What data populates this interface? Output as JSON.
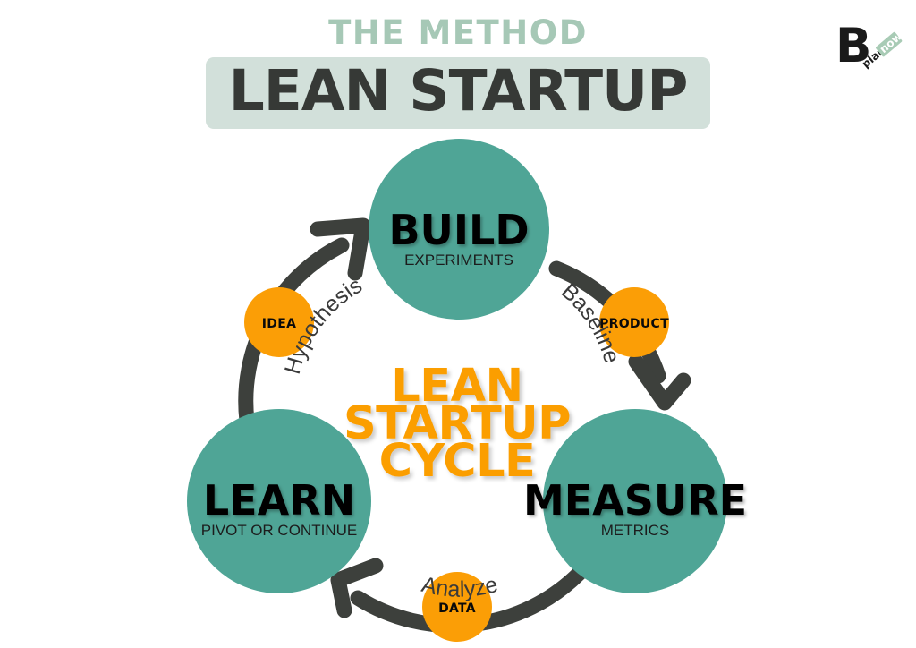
{
  "header": {
    "eyebrow": "THE METHOD",
    "title": "LEAN STARTUP"
  },
  "logo": {
    "letter": "B",
    "word_plan": "plan",
    "word_now": "now"
  },
  "center": {
    "line1": "LEAN",
    "line2": "STARTUP",
    "line3": "CYCLE"
  },
  "colors": {
    "teal": "#4FA596",
    "orange": "#FB9E06",
    "dark": "#3D403C",
    "band": "#D2E0DA",
    "eyebrow_green": "#A6C8B6",
    "title_dark": "#363936",
    "background": "#FFFFFF"
  },
  "nodes": [
    {
      "id": "build",
      "title": "BUILD",
      "subtitle": "EXPERIMENTS"
    },
    {
      "id": "measure",
      "title": "MEASURE",
      "subtitle": "METRICS"
    },
    {
      "id": "learn",
      "title": "LEARN",
      "subtitle": "PIVOT OR CONTINUE"
    }
  ],
  "badges": [
    {
      "id": "idea",
      "label": "IDEA"
    },
    {
      "id": "product",
      "label": "PRODUCT"
    },
    {
      "id": "data",
      "label": "DATA"
    }
  ],
  "edges": [
    {
      "id": "hypothesis",
      "label": "Hypothesis",
      "from": "idea",
      "to": "build"
    },
    {
      "id": "baseline",
      "label": "Baseline",
      "from": "product",
      "to": "measure"
    },
    {
      "id": "analyze",
      "label": "Analyze",
      "from": "data",
      "to": "learn"
    }
  ]
}
